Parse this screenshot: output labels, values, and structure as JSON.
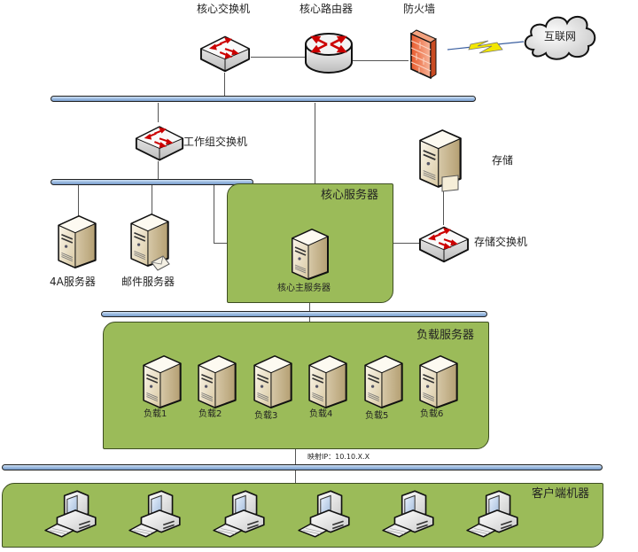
{
  "diagram": {
    "type": "network-topology",
    "top_devices": {
      "core_switch": "核心交换机",
      "core_router": "核心路由器",
      "firewall": "防火墙",
      "internet": "互联网"
    },
    "workgroup_switch": "工作组交换机",
    "servers": {
      "aaa_server": "4A服务器",
      "mail_server": "邮件服务器",
      "storage": "存储",
      "storage_switch": "存储交换机"
    },
    "core_zone": {
      "title": "核心服务器",
      "main_server": "核心主服务器"
    },
    "load_zone": {
      "title": "负载服务器",
      "servers": [
        "负载1",
        "负载2",
        "负载3",
        "负载4",
        "负载5",
        "负载6"
      ]
    },
    "mapped_ip": "映射IP：10.10.X.X",
    "client_zone": {
      "title": "客户端机器",
      "client_count": 6
    },
    "colors": {
      "zone_fill": "#9bbb59",
      "bus_fill": "#93b4dc",
      "firewall": "#e8663a",
      "arrow_red": "#cc1111",
      "lightning": "#f2e600"
    }
  }
}
